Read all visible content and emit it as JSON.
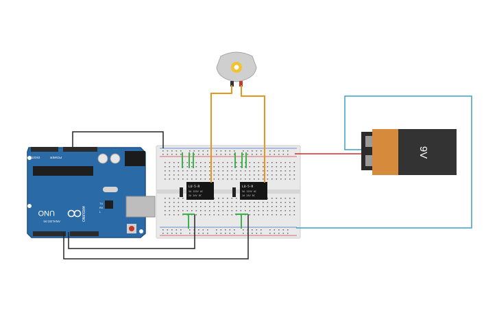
{
  "arduino": {
    "brand": "ARDUINO",
    "model": "UNO",
    "power_header": "POWER",
    "analog_header": "ANALOG IN",
    "digital_header": "DIGITAL (PWM~)",
    "led_labels": [
      "TX",
      "RX",
      "L"
    ],
    "colors": {
      "board": "#2a6aa6",
      "board_edge": "#1f4f80",
      "headers": "#2b2b2b",
      "usb": "#b9b9b9",
      "reset": "#c0392b"
    }
  },
  "battery": {
    "label": "9V",
    "colors": {
      "body_dark": "#333333",
      "label_copper": "#d68a3c",
      "terminals": "#9a9a9a"
    }
  },
  "motor": {
    "colors": {
      "can": "#c8c8c8",
      "shaft": "#f2c230"
    }
  },
  "relays": [
    {
      "label": "LU-5-R",
      "line2": "5A 125V AC",
      "line3": "2A 24V DC"
    },
    {
      "label": "LU-5-R",
      "line2": "5A 125V AC",
      "line3": "2A 24V DC"
    }
  ],
  "breadboard": {
    "colors": {
      "body": "#e8e8e8",
      "rail_red": "#d23b3b",
      "rail_blue": "#3a6bc9",
      "hole": "#6f6f6f"
    }
  },
  "wires": {
    "colors": {
      "black": "#222222",
      "orange": "#e8951f",
      "red": "#d42a2a",
      "cyan": "#3a9fc6",
      "green": "#3cb04a"
    }
  }
}
